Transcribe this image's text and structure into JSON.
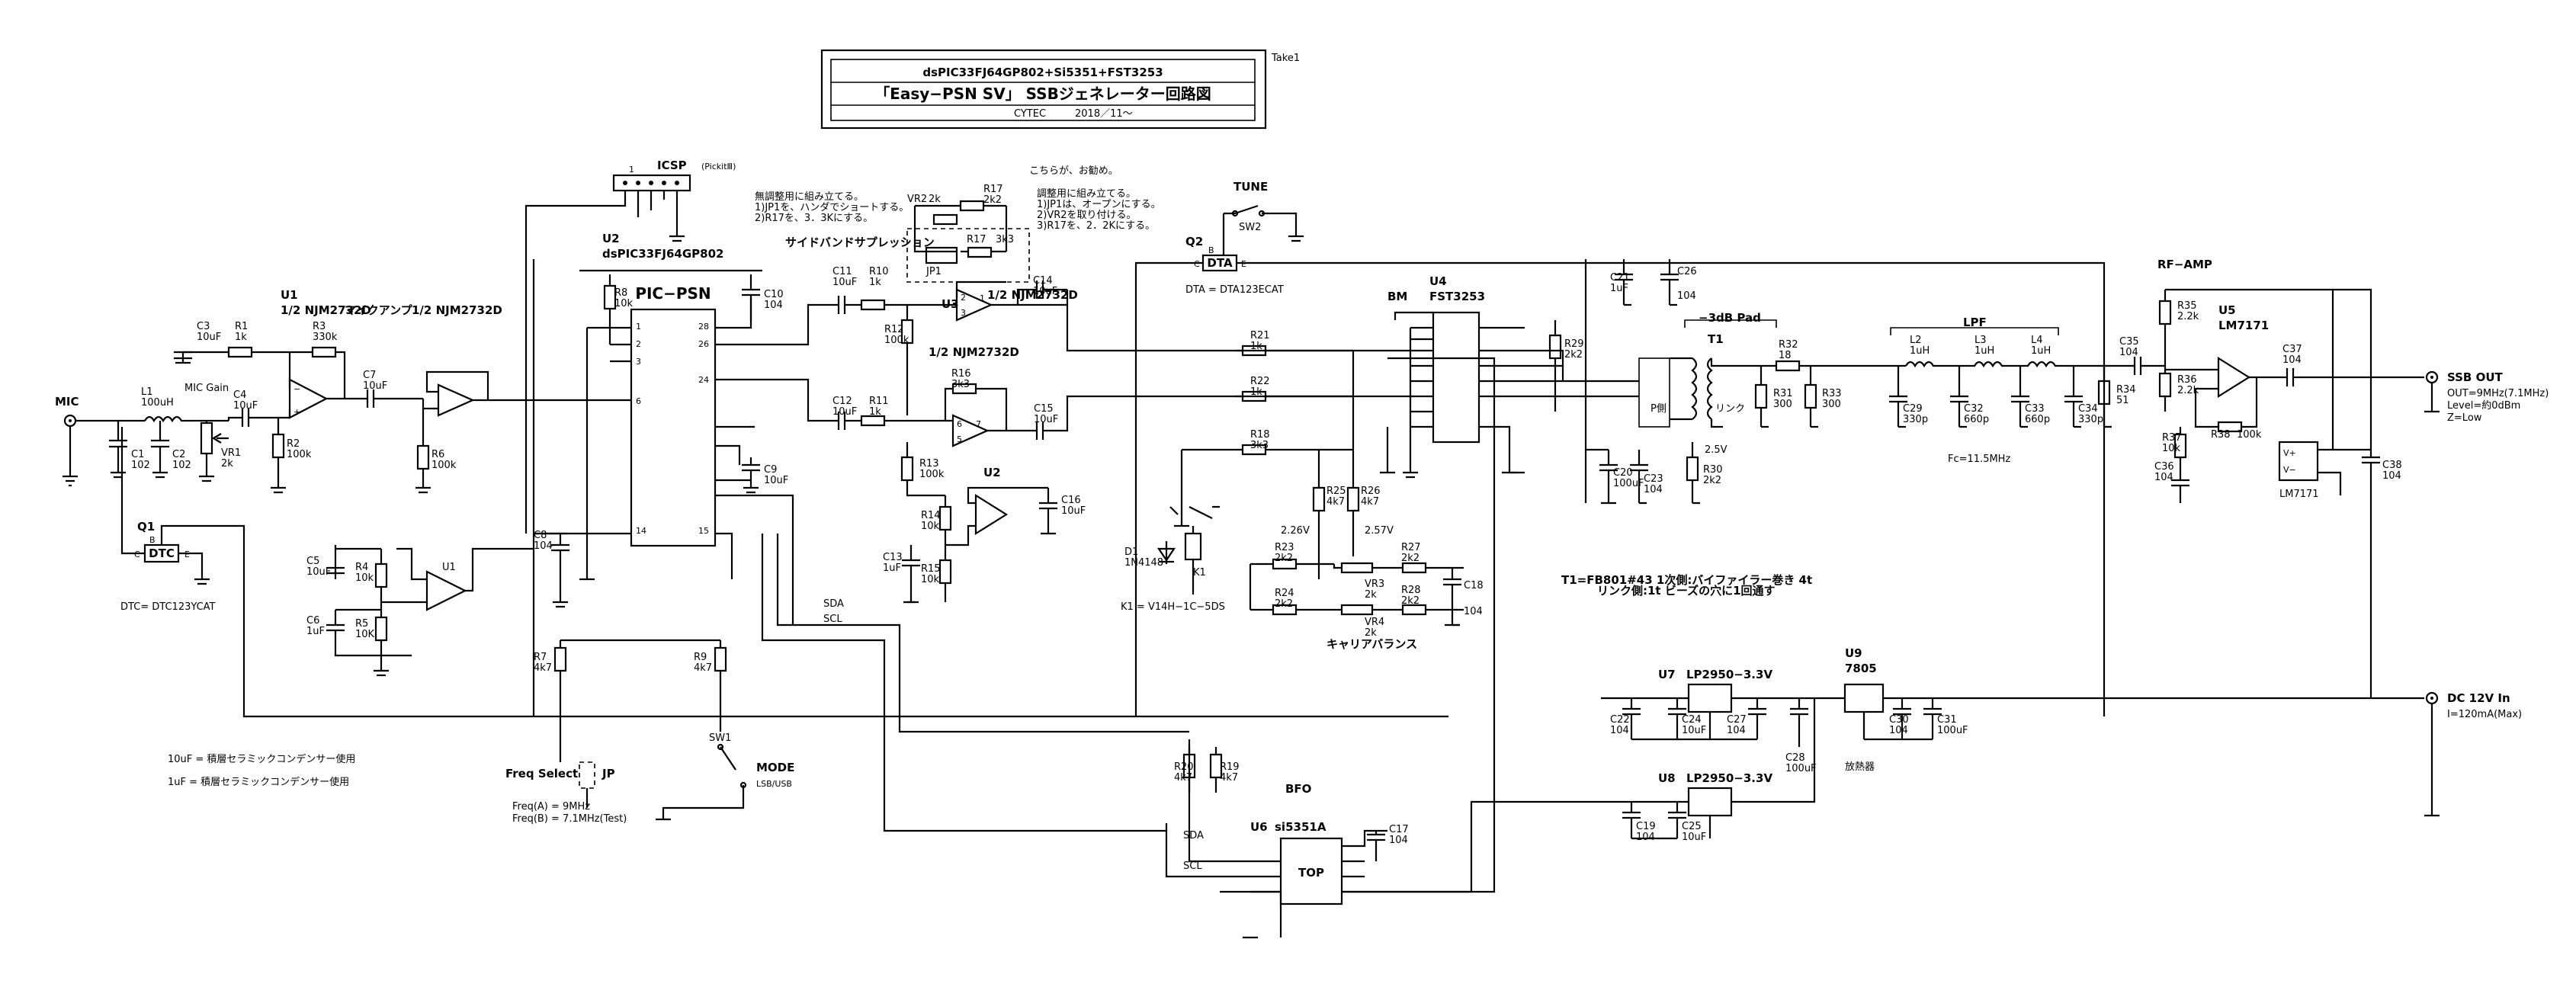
{
  "title_block": {
    "line1": "dsPIC33FJ64GP802+Si5351+FST3253",
    "line2": "「Easy−PSN SV」 SSBジェネレーター回路図",
    "author": "CYTEC",
    "date": "2018／11〜",
    "revision": "Take1"
  },
  "sections": {
    "mic_amp": "マイクアンプ",
    "rf_amp": "RF−AMP",
    "bfo": "BFO",
    "lpf": "LPF",
    "tune": "TUNE",
    "sideband": "サイドバンドサプレッション",
    "carrier_balance": "キャリアバランス",
    "pad": "−3dB Pad",
    "bm": "BM"
  },
  "ports": {
    "mic": "MIC",
    "ssb_out": "SSB OUT",
    "ssb_out_note1": "OUT=9MHz(7.1MHz)",
    "ssb_out_note2": "Level=約0dBm",
    "ssb_out_note3": "Z=Low",
    "dc_in": "DC 12V In",
    "dc_in_note": "I=120mA(Max)"
  },
  "parts": {
    "u1_name": "U1",
    "u1_part": "1/2 NJM2732D",
    "u1b_part": "1/2 NJM2732D",
    "u2_name": "U2",
    "u2_part": "dsPIC33FJ64GP802",
    "u2_body": "PIC−PSN",
    "u3_name": "U3",
    "u3_part": "1/2 NJM2732D",
    "u3b_part": "1/2 NJM2732D",
    "u4_name": "U4",
    "u4_part": "FST3253",
    "u5_name": "U5",
    "u5_part": "LM7171",
    "u6_name": "U6",
    "u6_part": "si5351A",
    "u6_body": "TOP",
    "u7_name": "U7",
    "u7_part": "LP2950−3.3V",
    "u8_name": "U8",
    "u8_part": "LP2950−3.3V",
    "u9_name": "U9",
    "u9_part": "7805",
    "u9_note": "放熱器",
    "q1_name": "Q1",
    "q1_part": "DTC",
    "q1_note": "DTC= DTC123YCAT",
    "q2_name": "Q2",
    "q2_part": "DTA",
    "q2_note": "DTA = DTA123ECAT",
    "icsp": "ICSP",
    "icsp_note": "(PickitⅢ)",
    "k1_name": "K1",
    "k1_note": "K1 = V14H−1C−5DS",
    "d1_name": "D1",
    "d1_part": "1N4148",
    "t1_name": "T1",
    "t1_note1": "T1=FB801#43  1次側:バイファイラー巻き 4t",
    "t1_note2": "リンク側:1t ビーズの穴に1回通す",
    "t1_p": "P側",
    "t1_link": "リンク",
    "lm7171": "LM7171",
    "sw1": "SW1",
    "sw2": "SW2",
    "jp": "JP",
    "jp1": "JP1",
    "mode": "MODE",
    "mode_note": "LSB/USB",
    "freq_select": "Freq Select",
    "freq_a": "Freq(A) = 9MHz",
    "freq_b": "Freq(B) = 7.1MHz(Test)",
    "mic_gain": "MIC Gain",
    "fc": "Fc=11.5MHz",
    "v226": "2.26V",
    "v257": "2.57V",
    "v25": "2.5V",
    "sda": "SDA",
    "scl": "SCL"
  },
  "notes": {
    "cap_note1": "10uF = 積層セラミックコンデンサー使用",
    "cap_note2": "1uF = 積層セラミックコンデンサー使用",
    "sideband_note1": "無調整用に組み立てる。",
    "sideband_note2": "1)JP1を、ハンダでショートする。",
    "sideband_note3": "2)R17を、3．3Kにする。",
    "adjust_note0": "こちらが、お勧め。",
    "adjust_note1": "調整用に組み立てる。",
    "adjust_note2": "1)JP1は、オープンにする。",
    "adjust_note3": "2)VR2を取り付ける。",
    "adjust_note4": "3)R17を、2．2Kにする。"
  },
  "resistors": {
    "r1": "R1",
    "r1v": "1k",
    "r2": "R2",
    "r2v": "100k",
    "r3": "R3",
    "r3v": "330k",
    "r4": "R4",
    "r4v": "10k",
    "r5": "R5",
    "r5v": "10K",
    "r6": "R6",
    "r6v": "100k",
    "r7": "R7",
    "r7v": "4k7",
    "r8": "R8",
    "r8v": "10k",
    "r9": "R9",
    "r9v": "4k7",
    "r10": "R10",
    "r10v": "1k",
    "r11": "R11",
    "r11v": "1k",
    "r12": "R12",
    "r12v": "100k",
    "r13": "R13",
    "r13v": "100k",
    "r14": "R14",
    "r14v": "10k",
    "r15": "R15",
    "r15v": "10k",
    "r16": "R16",
    "r16v": "3k3",
    "r17": "R17",
    "r17v": "2k2",
    "r17b": "R17",
    "r17bv": "3k3",
    "r18": "R18",
    "r18v": "3k3",
    "r19": "R19",
    "r19v": "4k7",
    "r20": "R20",
    "r20v": "4k7",
    "r21": "R21",
    "r21v": "1k",
    "r22": "R22",
    "r22v": "1k",
    "r23": "R23",
    "r23v": "2k2",
    "r24": "R24",
    "r24v": "2k2",
    "r25": "R25",
    "r25v": "4k7",
    "r26": "R26",
    "r26v": "4k7",
    "r27": "R27",
    "r27v": "2k2",
    "r28": "R28",
    "r28v": "2k2",
    "r29": "R29",
    "r29v": "2k2",
    "r30": "R30",
    "r30v": "2k2",
    "r31": "R31",
    "r31v": "300",
    "r32": "R32",
    "r32v": "18",
    "r33": "R33",
    "r33v": "300",
    "r34": "R34",
    "r34v": "51",
    "r35": "R35",
    "r35v": "2.2k",
    "r36": "R36",
    "r36v": "2.2k",
    "r37": "R37",
    "r37v": "10k",
    "r38": "R38",
    "r38v": "100k",
    "vr1": "VR1",
    "vr1v": "2k",
    "vr2": "VR2",
    "vr2v": "2k",
    "vr3": "VR3",
    "vr3v": "2k",
    "vr4": "VR4",
    "vr4v": "2k"
  },
  "capacitors": {
    "c1": "C1",
    "c1v": "102",
    "c2": "C2",
    "c2v": "102",
    "c3": "C3",
    "c3v": "10uF",
    "c4": "C4",
    "c4v": "10uF",
    "c5": "C5",
    "c5v": "10uF",
    "c6": "C6",
    "c6v": "1uF",
    "c7": "C7",
    "c7v": "10uF",
    "c8": "C8",
    "c8v": "104",
    "c9": "C9",
    "c9v": "10uF",
    "c10": "C10",
    "c10v": "104",
    "c11": "C11",
    "c11v": "10uF",
    "c12": "C12",
    "c12v": "10uF",
    "c13": "C13",
    "c13v": "1uF",
    "c14": "C14",
    "c14v": "10uF",
    "c15": "C15",
    "c15v": "10uF",
    "c16": "C16",
    "c16v": "10uF",
    "c17": "C17",
    "c17v": "104",
    "c18": "C18",
    "c18v": "104",
    "c19": "C19",
    "c19v": "104",
    "c20": "C20",
    "c20v": "100uF",
    "c21": "C21",
    "c21v": "1uF",
    "c22": "C22",
    "c22v": "104",
    "c23": "C23",
    "c23v": "104",
    "c24": "C24",
    "c24v": "10uF",
    "c25": "C25",
    "c25v": "10uF",
    "c26": "C26",
    "c26v": "104",
    "c27": "C27",
    "c27v": "104",
    "c28": "C28",
    "c28v": "100uF",
    "c29": "C29",
    "c29v": "330p",
    "c30": "C30",
    "c30v": "104",
    "c31": "C31",
    "c31v": "100uF",
    "c32": "C32",
    "c32v": "660p",
    "c33": "C33",
    "c33v": "660p",
    "c34": "C34",
    "c34v": "330p",
    "c35": "C35",
    "c35v": "104",
    "c36": "C36",
    "c36v": "104",
    "c37": "C37",
    "c37v": "104",
    "c38": "C38",
    "c38v": "104",
    "l1": "L1",
    "l1v": "100uH",
    "l2": "L2",
    "l2v": "1uH",
    "l3": "L3",
    "l3v": "1uH",
    "l4": "L4",
    "l4v": "1uH"
  }
}
